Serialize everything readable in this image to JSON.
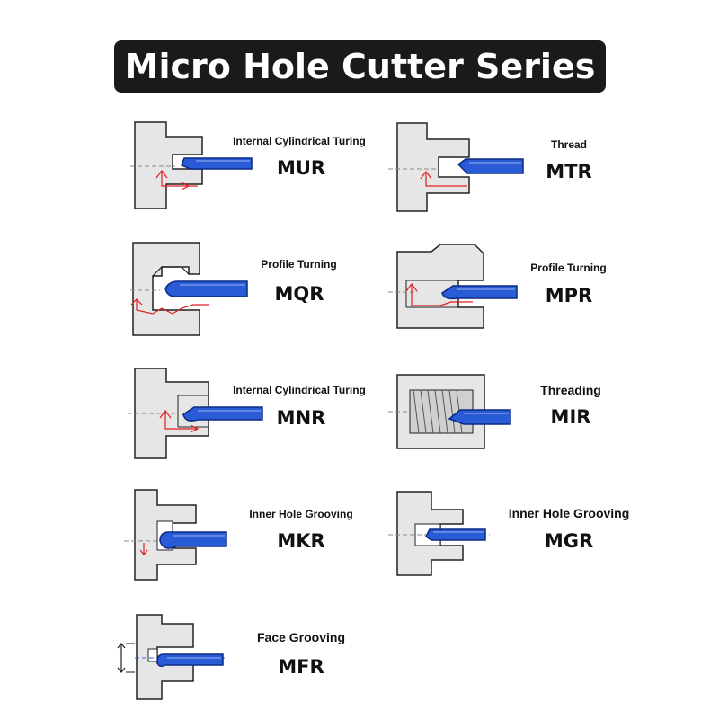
{
  "title": "Micro Hole Cutter Series",
  "colors": {
    "workpiece": "#e6e6e6",
    "outline": "#222222",
    "tool": "#2a5bd7",
    "tool_dark": "#0b2a86",
    "path": "#e02020",
    "center": "#888888"
  },
  "items": [
    {
      "operation": "Internal Cylindrical Turing",
      "code": "MUR"
    },
    {
      "operation": "Thread",
      "code": "MTR"
    },
    {
      "operation": "Profile Turning",
      "code": "MQR"
    },
    {
      "operation": "Profile Turning",
      "code": "MPR"
    },
    {
      "operation": "Internal Cylindrical Turing",
      "code": "MNR"
    },
    {
      "operation": "Threading",
      "code": "MIR"
    },
    {
      "operation": "Inner Hole Grooving",
      "code": "MKR"
    },
    {
      "operation": "Inner Hole Grooving",
      "code": "MGR"
    },
    {
      "operation": "Face Grooving",
      "code": "MFR"
    }
  ]
}
